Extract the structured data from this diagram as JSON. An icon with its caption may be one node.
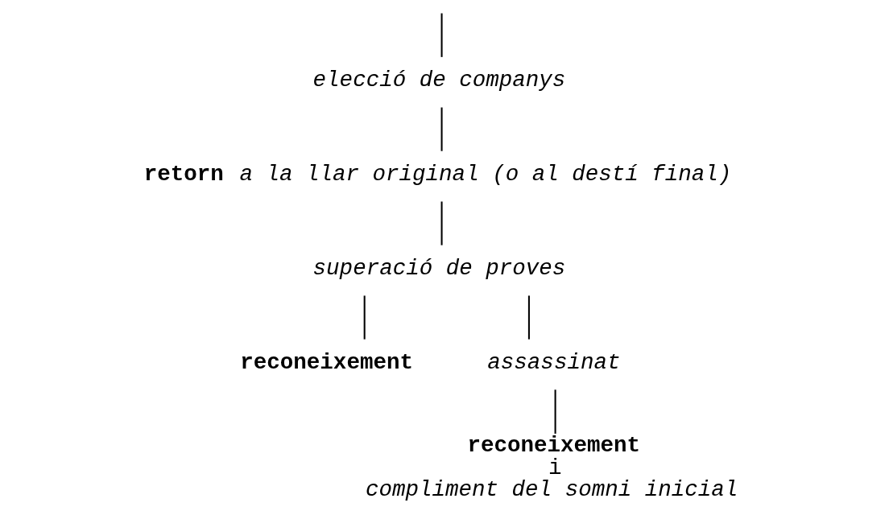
{
  "diagram": {
    "nodes": [
      {
        "text": [
          "*elecció de companys*"
        ]
      },
      {
        "text": [
          "**retorn** *a la llar original (o al destí final)*"
        ]
      },
      {
        "text": [
          "*superació de proves*"
        ]
      },
      {
        "text": [
          "**reconeixement**"
        ]
      },
      {
        "text": [
          "*assassinat*"
        ]
      },
      {
        "text": [
          "**reconeixement**",
          "i",
          "*compliment del somni inicial*"
        ]
      }
    ],
    "edges": [
      {
        "from": null,
        "to": 0,
        "arrow": "none"
      },
      {
        "from": 0,
        "to": 1,
        "arrow": "none"
      },
      {
        "from": 1,
        "to": 2,
        "arrow": "none"
      },
      {
        "from": 2,
        "to": 3,
        "arrow": "none"
      },
      {
        "from": 2,
        "to": 4,
        "arrow": "none"
      },
      {
        "from": 4,
        "to": 5,
        "arrow": "none"
      }
    ]
  }
}
